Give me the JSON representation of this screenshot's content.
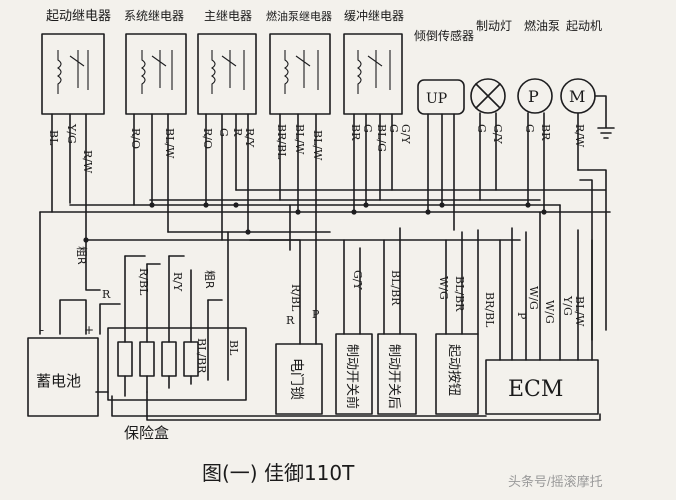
{
  "relays": [
    {
      "name": "起动继电器",
      "pins": [
        "BL",
        "Y/G",
        "R/W"
      ]
    },
    {
      "name": "系统继电器",
      "pins": [
        "R/O",
        "BL/W"
      ]
    },
    {
      "name": "主继电器",
      "pins": [
        "R/O",
        "G",
        "R",
        "R/Y"
      ]
    },
    {
      "name": "燃油泵继电器",
      "pins": [
        "BR/BL",
        "BL/W",
        "BL/W"
      ]
    },
    {
      "name": "缓冲继电器",
      "pins": [
        "BR",
        "G",
        "BL/G",
        "G",
        "G/Y"
      ]
    }
  ],
  "components": {
    "tilt_sensor": {
      "name": "倾倒传感器",
      "symbol": "UP"
    },
    "brake_lamp": {
      "name": "制动灯",
      "pins": [
        "G",
        "G/Y"
      ]
    },
    "fuel_pump": {
      "name": "燃油泵",
      "symbol": "P",
      "pins": [
        "G",
        "BR"
      ]
    },
    "starter_motor": {
      "name": "起动机",
      "symbol": "M",
      "pins": [
        "R/W"
      ]
    }
  },
  "battery": {
    "label": "蓄电池",
    "wire_neg": "粗R",
    "wire_pos": "R",
    "terminals": [
      "-",
      "+"
    ]
  },
  "fuse_box": {
    "label": "保险盒",
    "wires": [
      "R/BL",
      "R/Y",
      "粗R",
      "BL/BR",
      "BL"
    ]
  },
  "ignition": {
    "label": "电门锁",
    "wires": [
      "R/BL",
      "P",
      "R"
    ]
  },
  "front_brake": {
    "label": "制动开关前",
    "wire": "G/Y"
  },
  "rear_brake": {
    "label": "制动开关后",
    "wire": "BL/BR"
  },
  "start_button": {
    "label": "起动按钮",
    "wires": [
      "W/G",
      "BL/BR"
    ]
  },
  "ecm": {
    "label": "ECM",
    "wires": [
      "BR/BL",
      "W/G",
      "P",
      "W/G",
      "Y/G",
      "BL/W"
    ]
  },
  "title": "图(一) 佳御110T",
  "watermark": "头条号/摇滚摩托"
}
